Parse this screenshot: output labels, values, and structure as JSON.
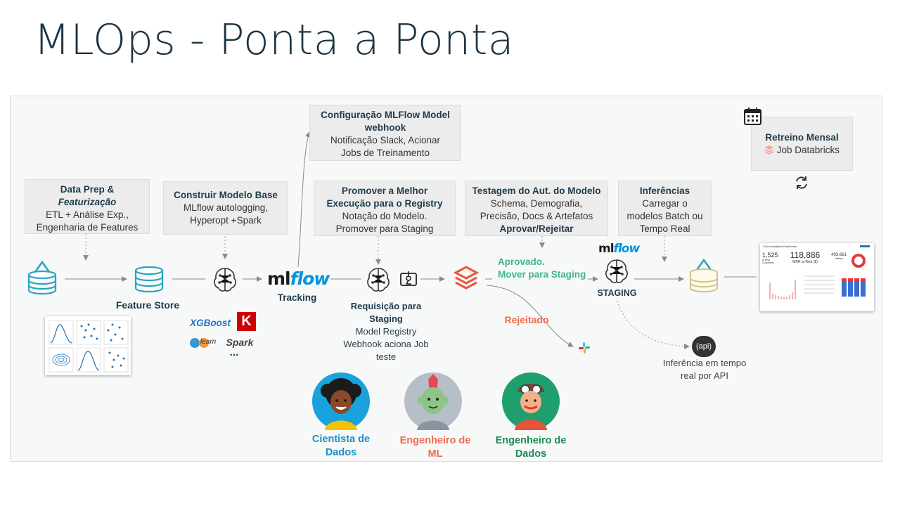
{
  "title": "MLOps - Ponta a Ponta",
  "boxes": {
    "data_prep": {
      "heading": "Data Prep &",
      "heading_italic": "Featurização",
      "lines": [
        "ETL + Análise Exp.,",
        "Engenharia de Features"
      ]
    },
    "build_model": {
      "heading": "Construir Modelo Base",
      "lines": [
        "MLflow autologging,",
        "Hyperopt +Spark"
      ]
    },
    "config_webhook": {
      "heading": "Configuração  MLFlow Model webhook",
      "lines": [
        "Notificação Slack,  Acionar",
        "Jobs de Treinamento"
      ]
    },
    "promote": {
      "heading": "Promover a Melhor Execução para o Registry",
      "lines": [
        "Notação do Modelo.",
        "Promover para Staging"
      ]
    },
    "testing": {
      "heading": "Testagem do Aut. do Modelo",
      "lines": [
        "Schema, Demografia,",
        "Precisão, Docs & Artefatos"
      ],
      "bold_line": "Aprovar/Rejeitar"
    },
    "inference": {
      "heading": "Inferências",
      "lines": [
        "Carregar o",
        "modelos Batch ou",
        "Tempo Real"
      ]
    },
    "retrain": {
      "heading": "Retreino Mensal",
      "line": "Job Databricks"
    }
  },
  "labels": {
    "feature_store": "Feature Store",
    "tracking": "Tracking",
    "staging": "STAGING",
    "request_heading": "Requisição para Staging",
    "request_lines": [
      "Model Registry",
      "Webhook aciona Job",
      "teste"
    ],
    "approved": [
      "Aprovado.",
      "Mover para Staging"
    ],
    "rejected": "Rejeitado",
    "api_inference": [
      "Inferência em tempo",
      "real por API"
    ],
    "api_badge": "api",
    "mlflow_ml": "ml",
    "mlflow_flow": "flow",
    "xgboost": "XGBoost",
    "keras": "K",
    "sklearn": "learn",
    "spark": "Spark",
    "more": "..."
  },
  "dashboard": {
    "title": "Churn Analytics Dashboard",
    "kpis": [
      {
        "value": "1,525",
        "label": "at Risk Customers"
      },
      {
        "value": "118,886",
        "label": "MRR at Risk ($)"
      },
      {
        "value": "493,661",
        "label": "Lifetime"
      }
    ]
  },
  "personas": [
    {
      "name": "Cientista de Dados",
      "color": "#1b8fc9"
    },
    {
      "name": "Engenheiro de ML",
      "color": "#ef6c4f"
    },
    {
      "name": "Engenheiro de Dados",
      "color": "#1f8a58"
    }
  ],
  "colors": {
    "title": "#1d3544",
    "heading": "#1e3b4c",
    "approved": "#3fb58f",
    "rejected": "#ef6c4f",
    "delta_teal": "#27a4c4",
    "databricks_red": "#e8563f",
    "mlflow_blue": "#0194e2",
    "arrow": "#8a8a8a"
  }
}
